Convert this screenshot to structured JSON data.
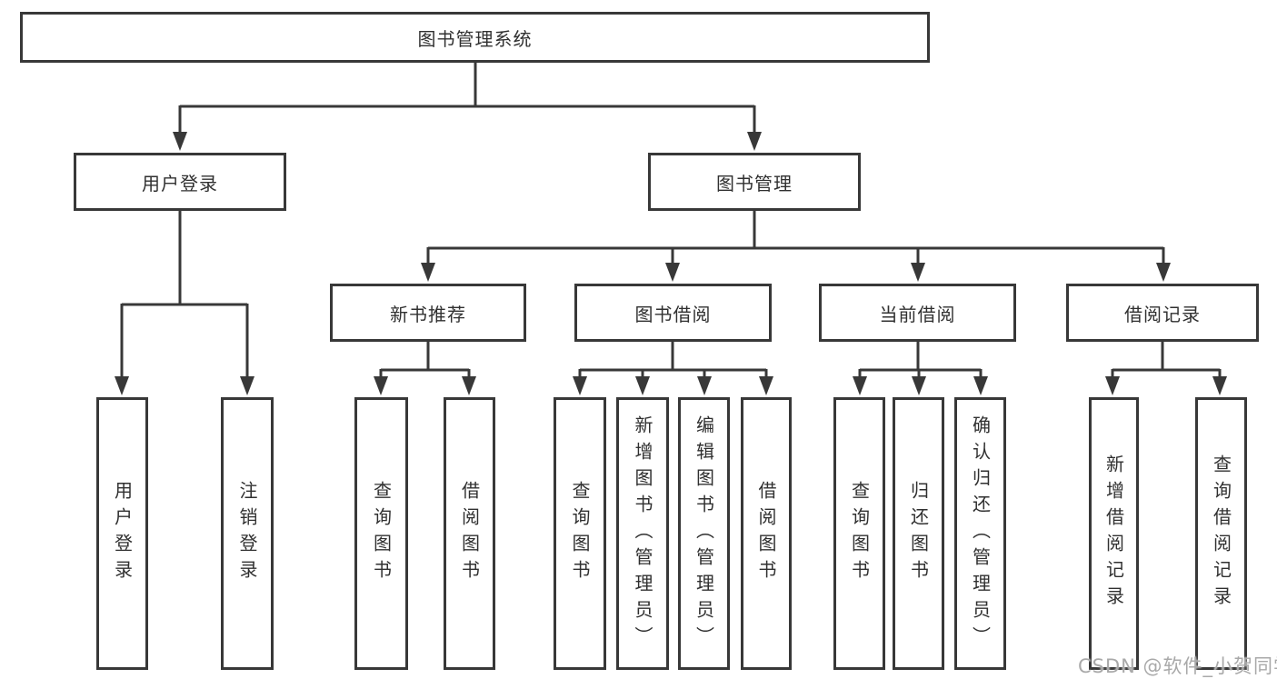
{
  "diagram": {
    "root": {
      "label": "图书管理系统"
    },
    "branches": [
      {
        "label": "用户登录",
        "children": [
          {
            "label": "用户登录"
          },
          {
            "label": "注销登录"
          }
        ]
      },
      {
        "label": "图书管理",
        "children": [
          {
            "label": "新书推荐",
            "children": [
              {
                "label": "查询图书"
              },
              {
                "label": "借阅图书"
              }
            ]
          },
          {
            "label": "图书借阅",
            "children": [
              {
                "label": "查询图书"
              },
              {
                "label": "新增图书（管理员）"
              },
              {
                "label": "编辑图书（管理员）"
              },
              {
                "label": "借阅图书"
              }
            ]
          },
          {
            "label": "当前借阅",
            "children": [
              {
                "label": "查询图书"
              },
              {
                "label": "归还图书"
              },
              {
                "label": "确认归还（管理员）"
              }
            ]
          },
          {
            "label": "借阅记录",
            "children": [
              {
                "label": "新增借阅记录"
              },
              {
                "label": "查询借阅记录"
              }
            ]
          }
        ]
      }
    ],
    "colors": {
      "line": "#383838",
      "text": "#303030",
      "background": "#ffffff",
      "watermark": "#a9a9a9"
    }
  },
  "watermark": {
    "text": "CSDN @软件_小贺同学"
  }
}
